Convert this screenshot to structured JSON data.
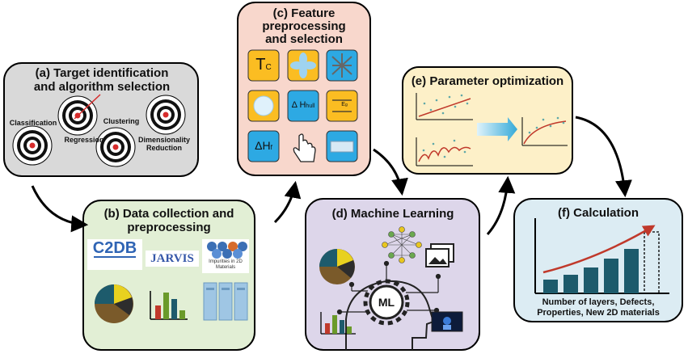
{
  "panels": {
    "a": {
      "title_line1": "(a)  Target identification",
      "title_line2": "and algorithm selection",
      "labels": {
        "classification": "Classification",
        "regression": "Regression",
        "clustering": "Clustering",
        "dim_line1": "Dimensionality",
        "dim_line2": "Reduction"
      }
    },
    "b": {
      "title_line1": "(b) Data collection and",
      "title_line2": "preprocessing",
      "labels": {
        "c2db": "C2DB",
        "jarvis": "JARVIS",
        "imp_line1": "Impurities in 2D",
        "imp_line2": "Materials"
      }
    },
    "c": {
      "title_line1": "(c)  Feature",
      "title_line2": "preprocessing",
      "title_line3": "and selection",
      "tiles": {
        "tc": "T",
        "tc_sub": "C",
        "dhull": "Δ H",
        "dhull_sub": "hull",
        "eg": "E",
        "eg_sub": "g",
        "dhf": "ΔH",
        "dhf_sub": "f"
      }
    },
    "d": {
      "title": "(d)  Machine Learning",
      "ml": "ML"
    },
    "e": {
      "title": "(e) Parameter optimization"
    },
    "f": {
      "title": "(f)      Calculation",
      "caption_line1": "Number of layers, Defects,",
      "caption_line2": "Properties, New 2D materials"
    }
  },
  "colors": {
    "panel_a": "#d9d9d9",
    "panel_b": "#e2efd5",
    "panel_c": "#f8d7cc",
    "panel_d": "#ddd6ea",
    "panel_e": "#fdf0c8",
    "panel_f": "#dcecf3",
    "tile_yellow": "#fbbd22",
    "tile_blue": "#2da9e3",
    "bar_teal": "#1d5b6c",
    "trend_red": "#c0392b"
  }
}
